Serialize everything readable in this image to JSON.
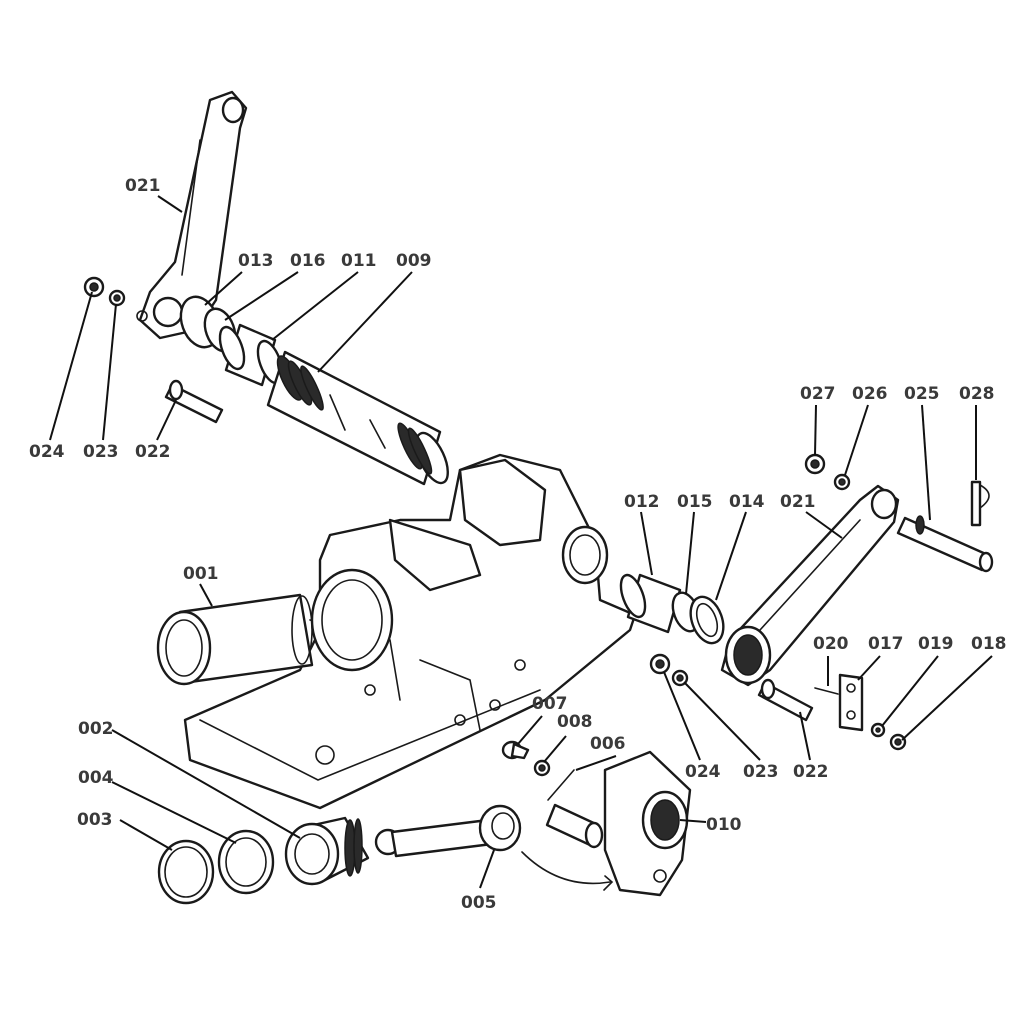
{
  "labels": [
    {
      "id": "021a",
      "text": "021"
    },
    {
      "id": "013",
      "text": "013"
    },
    {
      "id": "016",
      "text": "016"
    },
    {
      "id": "011",
      "text": "011"
    },
    {
      "id": "009",
      "text": "009"
    },
    {
      "id": "024a",
      "text": "024"
    },
    {
      "id": "023a",
      "text": "023"
    },
    {
      "id": "022a",
      "text": "022"
    },
    {
      "id": "001",
      "text": "001"
    },
    {
      "id": "027",
      "text": "027"
    },
    {
      "id": "026",
      "text": "026"
    },
    {
      "id": "025",
      "text": "025"
    },
    {
      "id": "028",
      "text": "028"
    },
    {
      "id": "012",
      "text": "012"
    },
    {
      "id": "015",
      "text": "015"
    },
    {
      "id": "014",
      "text": "014"
    },
    {
      "id": "021b",
      "text": "021"
    },
    {
      "id": "020",
      "text": "020"
    },
    {
      "id": "017",
      "text": "017"
    },
    {
      "id": "019",
      "text": "019"
    },
    {
      "id": "018",
      "text": "018"
    },
    {
      "id": "002",
      "text": "002"
    },
    {
      "id": "004",
      "text": "004"
    },
    {
      "id": "003",
      "text": "003"
    },
    {
      "id": "007",
      "text": "007"
    },
    {
      "id": "008",
      "text": "008"
    },
    {
      "id": "006",
      "text": "006"
    },
    {
      "id": "024b",
      "text": "024"
    },
    {
      "id": "023b",
      "text": "023"
    },
    {
      "id": "022b",
      "text": "022"
    },
    {
      "id": "010",
      "text": "010"
    },
    {
      "id": "005",
      "text": "005"
    }
  ]
}
